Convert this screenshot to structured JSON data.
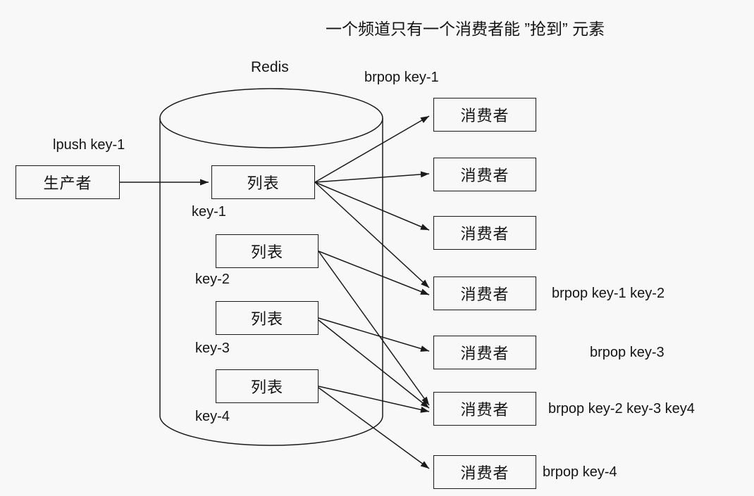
{
  "colors": {
    "background": "#f8f8f8",
    "stroke": "#1a1a1a",
    "text": "#141414"
  },
  "title": "一个频道只有一个消费者能 ”抢到” 元素",
  "redis": {
    "label": "Redis"
  },
  "producer": {
    "label": "生产者",
    "edge_label": "lpush key-1"
  },
  "brpop_top_label": "brpop key-1",
  "lists": [
    {
      "label": "列表",
      "key": "key-1"
    },
    {
      "label": "列表",
      "key": "key-2"
    },
    {
      "label": "列表",
      "key": "key-3"
    },
    {
      "label": "列表",
      "key": "key-4"
    }
  ],
  "consumers": [
    {
      "label": "消费者",
      "note": ""
    },
    {
      "label": "消费者",
      "note": ""
    },
    {
      "label": "消费者",
      "note": ""
    },
    {
      "label": "消费者",
      "note": "brpop key-1 key-2"
    },
    {
      "label": "消费者",
      "note": "brpop key-3"
    },
    {
      "label": "消费者",
      "note": "brpop key-2 key-3 key4"
    },
    {
      "label": "消费者",
      "note": "brpop key-4"
    }
  ],
  "edges": [
    {
      "from": "producer",
      "to": "list-key-1",
      "label": "lpush key-1"
    },
    {
      "from": "list-key-1",
      "to": "consumer-1"
    },
    {
      "from": "list-key-1",
      "to": "consumer-2"
    },
    {
      "from": "list-key-1",
      "to": "consumer-3"
    },
    {
      "from": "list-key-1",
      "to": "consumer-4"
    },
    {
      "from": "list-key-2",
      "to": "consumer-4"
    },
    {
      "from": "list-key-2",
      "to": "consumer-6"
    },
    {
      "from": "list-key-3",
      "to": "consumer-5"
    },
    {
      "from": "list-key-3",
      "to": "consumer-6"
    },
    {
      "from": "list-key-4",
      "to": "consumer-6"
    },
    {
      "from": "list-key-4",
      "to": "consumer-7"
    }
  ]
}
